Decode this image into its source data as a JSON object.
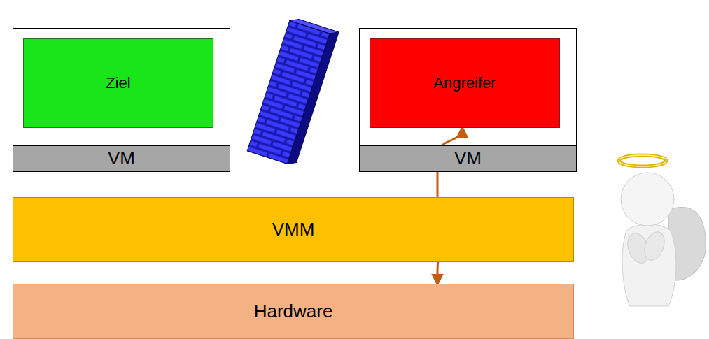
{
  "diagram": {
    "nodes": [
      {
        "text": [
          "Ziel"
        ]
      },
      {
        "text": [
          "VM"
        ]
      },
      {
        "text": [
          "Angreifer"
        ]
      },
      {
        "text": [
          "VM"
        ]
      },
      {
        "text": [
          "VMM"
        ]
      },
      {
        "text": [
          "Hardware"
        ]
      }
    ],
    "edges": [
      {
        "from": 2,
        "to": 5,
        "arrow": "both"
      }
    ]
  }
}
